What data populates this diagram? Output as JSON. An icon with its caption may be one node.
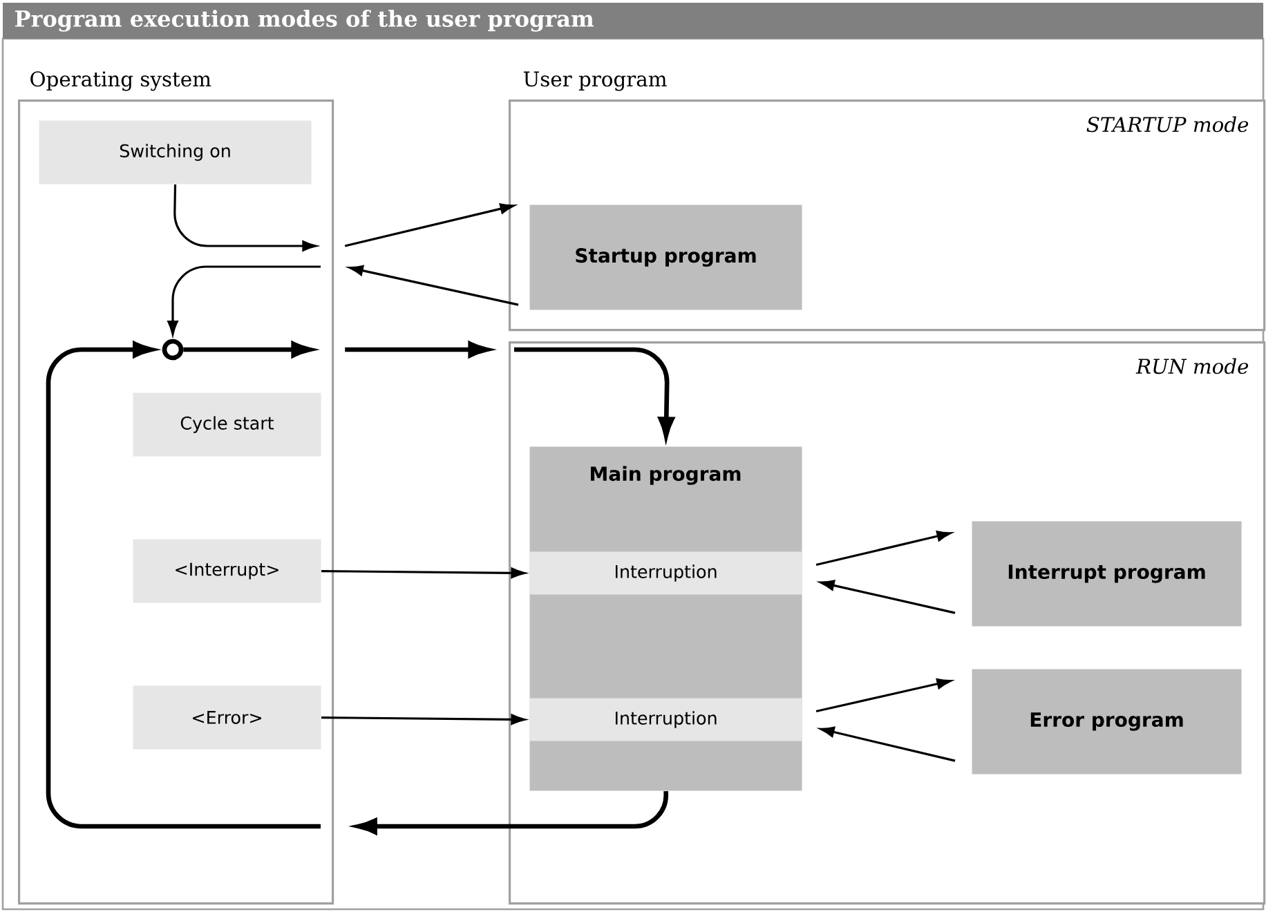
{
  "diagram": {
    "title": "Program execution modes of the user program",
    "nodes": [
      {
        "text": [
          "Operating system"
        ]
      },
      {
        "text": [
          "Switching on"
        ],
        "in": 0
      },
      {
        "text": [
          "Cycle start"
        ],
        "in": 0
      },
      {
        "text": [
          "<Interrupt>"
        ],
        "in": 0
      },
      {
        "text": [
          "<Error>"
        ],
        "in": 0
      },
      {
        "text": [],
        "shape": "circle",
        "in": 0
      },
      {
        "text": [
          "STARTUP mode"
        ]
      },
      {
        "text": [
          "Startup program"
        ],
        "in": 6
      },
      {
        "text": [
          "RUN mode"
        ]
      },
      {
        "text": [
          "Main program"
        ],
        "in": 8
      },
      {
        "text": [
          "Interruption"
        ],
        "in": 9
      },
      {
        "text": [
          "Interruption"
        ],
        "in": 9
      },
      {
        "text": [
          "Interrupt program"
        ],
        "in": 8
      },
      {
        "text": [
          "Error program"
        ],
        "in": 8
      }
    ],
    "edges": [
      {
        "from": 1,
        "to": null,
        "arrow": "to"
      },
      {
        "from": 0,
        "to": 7,
        "arrow": "to"
      },
      {
        "from": 7,
        "to": 0,
        "arrow": "to"
      },
      {
        "from": null,
        "to": 5,
        "arrow": "to"
      },
      {
        "from": 5,
        "to": null,
        "arrow": "to",
        "style": "thick"
      },
      {
        "from": 0,
        "to": 8,
        "arrow": "to",
        "style": "thick"
      },
      {
        "from": 8,
        "to": 9,
        "arrow": "to",
        "style": "thick"
      },
      {
        "from": 3,
        "to": 10,
        "arrow": "to"
      },
      {
        "from": 4,
        "to": 11,
        "arrow": "to"
      },
      {
        "from": 10,
        "to": 12,
        "arrow": "to"
      },
      {
        "from": 12,
        "to": 10,
        "arrow": "to"
      },
      {
        "from": 11,
        "to": 13,
        "arrow": "to"
      },
      {
        "from": 13,
        "to": 11,
        "arrow": "to"
      },
      {
        "from": 9,
        "to": 0,
        "arrow": "to",
        "style": "thick"
      },
      {
        "from": null,
        "to": 5,
        "arrow": "to",
        "style": "thick"
      }
    ],
    "labels": [
      "User program"
    ]
  }
}
